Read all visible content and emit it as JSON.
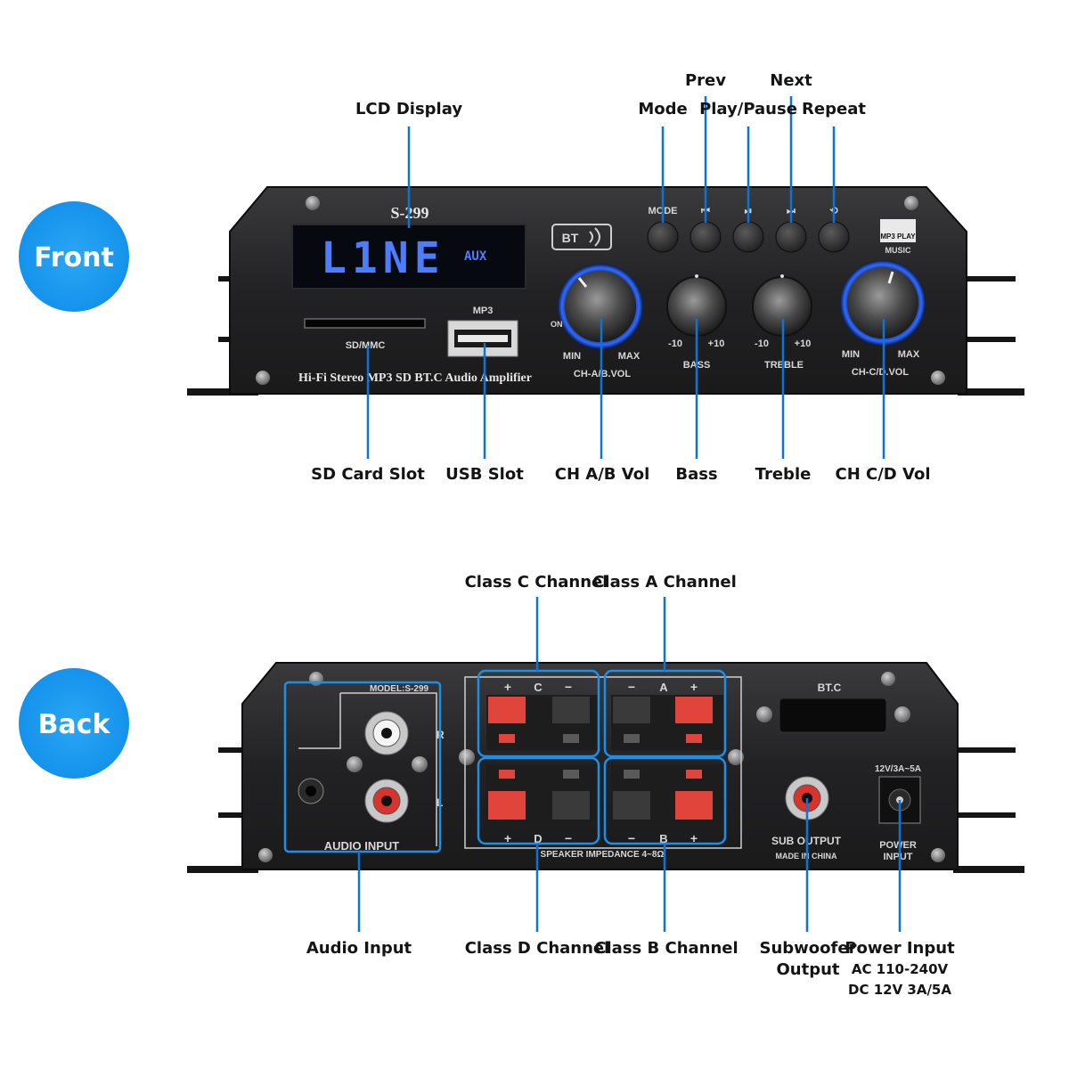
{
  "badges": {
    "front": "Front",
    "back": "Back"
  },
  "front_panel": {
    "model": "S-299",
    "lcd_text": "L1NE",
    "lcd_source": "AUX",
    "bt_label": "BT",
    "button_labels": {
      "mode": "MODE",
      "prev": "⏮",
      "play_pause": "⏯",
      "next": "⏭",
      "repeat": "⟲"
    },
    "mp3_badge": "MP3 PLAY",
    "music_label": "MUSIC",
    "sd_label": "SD/MMC",
    "mp3_label": "MP3",
    "on_label": "ON",
    "vol_ab": {
      "min": "MIN",
      "max": "MAX",
      "name": "CH-A/B.VOL"
    },
    "bass": {
      "min": "-10",
      "max": "+10",
      "name": "BASS"
    },
    "treble": {
      "min": "-10",
      "max": "+10",
      "name": "TREBLE"
    },
    "vol_cd": {
      "min": "MIN",
      "max": "MAX",
      "name": "CH-C/D.VOL"
    },
    "tagline": "Hi-Fi Stereo MP3 SD BT.C Audio Amplifier"
  },
  "front_callouts": {
    "lcd": "LCD Display",
    "mode": "Mode",
    "prev": "Prev",
    "play_pause": "Play/Pause",
    "next": "Next",
    "repeat": "Repeat",
    "sd": "SD Card Slot",
    "usb": "USB Slot",
    "vol_ab": "CH A/B Vol",
    "bass": "Bass",
    "treble": "Treble",
    "vol_cd": "CH C/D Vol"
  },
  "back_panel": {
    "model": "MODEL:S-299",
    "audio_input": "AUDIO INPUT",
    "r_label": "R",
    "l_label": "L",
    "terminal_c": {
      "plus": "+",
      "letter": "C",
      "minus": "−"
    },
    "terminal_a": {
      "minus": "−",
      "letter": "A",
      "plus": "+"
    },
    "terminal_d": {
      "plus": "+",
      "letter": "D",
      "minus": "−"
    },
    "terminal_b": {
      "minus": "−",
      "letter": "B",
      "plus": "+"
    },
    "impedance": "SPEAKER IMPEDANCE 4~8Ω",
    "bt_c": "BT.C",
    "power_spec": "12V/3A~5A",
    "sub_output": "SUB OUTPUT",
    "made_in": "MADE IN CHINA",
    "power_input_1": "POWER",
    "power_input_2": "INPUT"
  },
  "back_callouts": {
    "class_c": "Class C Channel",
    "class_a": "Class A Channel",
    "audio_input": "Audio Input",
    "class_d": "Class D Channel",
    "class_b": "Class B Channel",
    "sub_1": "Subwoofer",
    "sub_2": "Output",
    "power_1": "Power Input",
    "power_2": "AC 110-240V",
    "power_3": "DC 12V 3A/5A"
  },
  "colors": {
    "accent": "#0a74da",
    "badge": "#1a9bf0",
    "lcd_blue": "#4d7dff",
    "knob_ring": "#2f6bff",
    "terminal_red": "#e0443a"
  }
}
